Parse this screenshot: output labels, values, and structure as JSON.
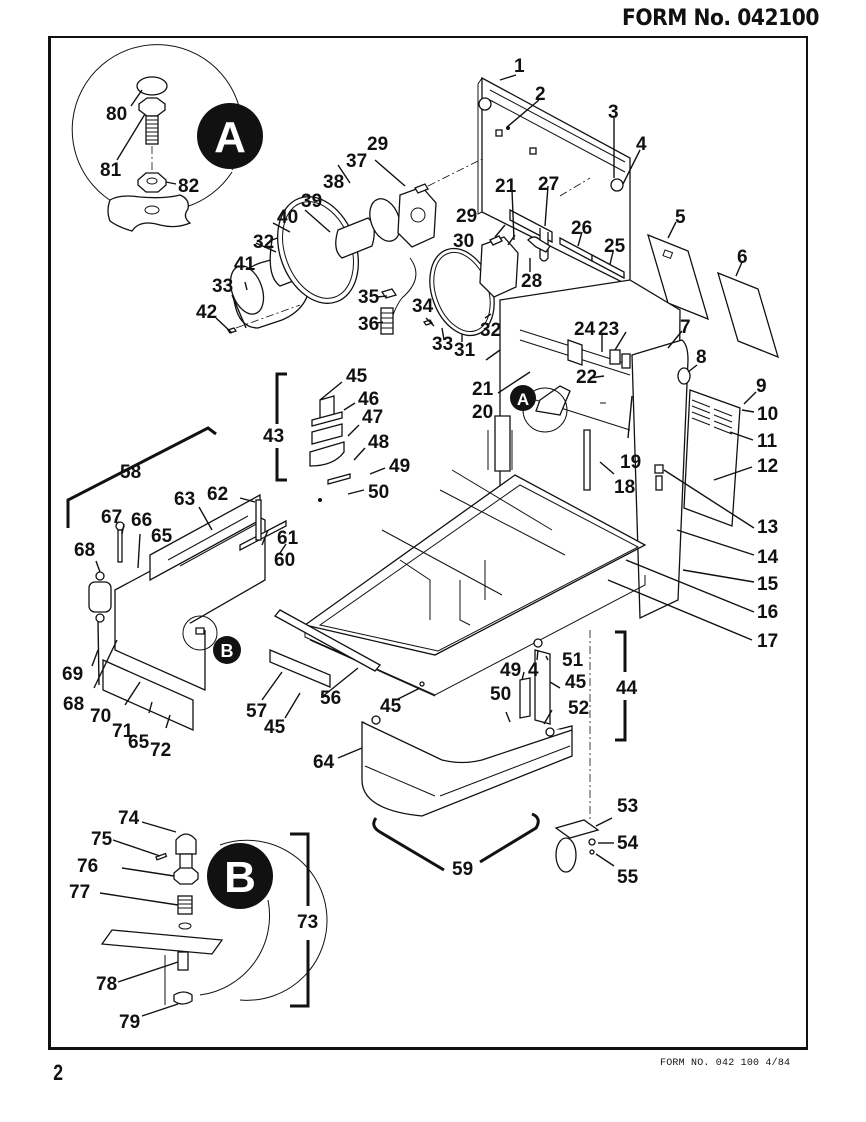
{
  "header": {
    "handwritten_form": "FORM No. 042100"
  },
  "footer": {
    "page_number": "2",
    "form_reference": "FORM NO. 042 100  4/84"
  },
  "detail_views": [
    {
      "id": "A",
      "parts": [
        "80",
        "81",
        "82"
      ]
    },
    {
      "id": "B",
      "parts": [
        "74",
        "75",
        "76",
        "77",
        "78",
        "79"
      ],
      "assembly": "73"
    }
  ],
  "assembly_brackets": {
    "b43": "43",
    "b44": "44",
    "b58": "58",
    "b59": "59",
    "b73": "73"
  },
  "callouts": {
    "c1": "1",
    "c2": "2",
    "c3": "3",
    "c4": "4",
    "c5": "5",
    "c6": "6",
    "c7": "7",
    "c8": "8",
    "c9": "9",
    "c10": "10",
    "c11": "11",
    "c12": "12",
    "c13": "13",
    "c14": "14",
    "c15": "15",
    "c16": "16",
    "c17": "17",
    "c18": "18",
    "c19": "19",
    "c20": "20",
    "c21a": "21",
    "c21b": "21",
    "c22": "22",
    "c23": "23",
    "c24": "24",
    "c25": "25",
    "c26": "26",
    "c27": "27",
    "c28": "28",
    "c29a": "29",
    "c29b": "29",
    "c30": "30",
    "c31": "31",
    "c32a": "32",
    "c32b": "32",
    "c33a": "33",
    "c33b": "33",
    "c34": "34",
    "c35": "35",
    "c36": "36",
    "c37": "37",
    "c38": "38",
    "c39": "39",
    "c40": "40",
    "c41": "41",
    "c42": "42",
    "c45a": "45",
    "c45b": "45",
    "c45c": "45",
    "c45d": "45",
    "c46": "46",
    "c47": "47",
    "c48": "48",
    "c49a": "49",
    "c49b": "49",
    "c50a": "50",
    "c50b": "50",
    "c51": "51",
    "c52": "52",
    "c53": "53",
    "c54": "54",
    "c55": "55",
    "c56": "56",
    "c57": "57",
    "c60": "60",
    "c61": "61",
    "c62": "62",
    "c63": "63",
    "c64": "64",
    "c65a": "65",
    "c65b": "65",
    "c66": "66",
    "c67": "67",
    "c68a": "68",
    "c68b": "68",
    "c69": "69",
    "c70": "70",
    "c71": "71",
    "c72": "72",
    "c4b": "4",
    "c74": "74",
    "c75": "75",
    "c76": "76",
    "c77": "77",
    "c78": "78",
    "c79": "79",
    "c80": "80",
    "c81": "81",
    "c82": "82"
  },
  "badges": {
    "A_large": "A",
    "A_small": "A",
    "B_large": "B",
    "B_small": "B"
  }
}
